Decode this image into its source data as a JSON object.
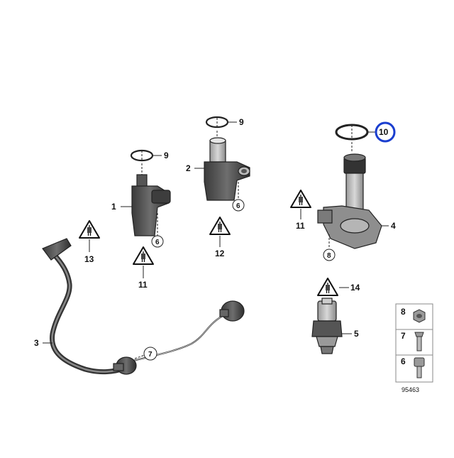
{
  "diagram": {
    "image_code": "95463",
    "callouts": {
      "c1": "1",
      "c2": "2",
      "c3": "3",
      "c4": "4",
      "c5": "5",
      "c9a": "9",
      "c9b": "9",
      "c10": "10",
      "c11a": "11",
      "c11b": "11",
      "c12": "12",
      "c13": "13",
      "c14": "14",
      "circ6a": "6",
      "circ6b": "6",
      "circ7": "7",
      "circ8": "8"
    },
    "legend": {
      "item8": "8",
      "item7": "7",
      "item6": "6"
    },
    "highlight_color": "#1a3ecf"
  }
}
